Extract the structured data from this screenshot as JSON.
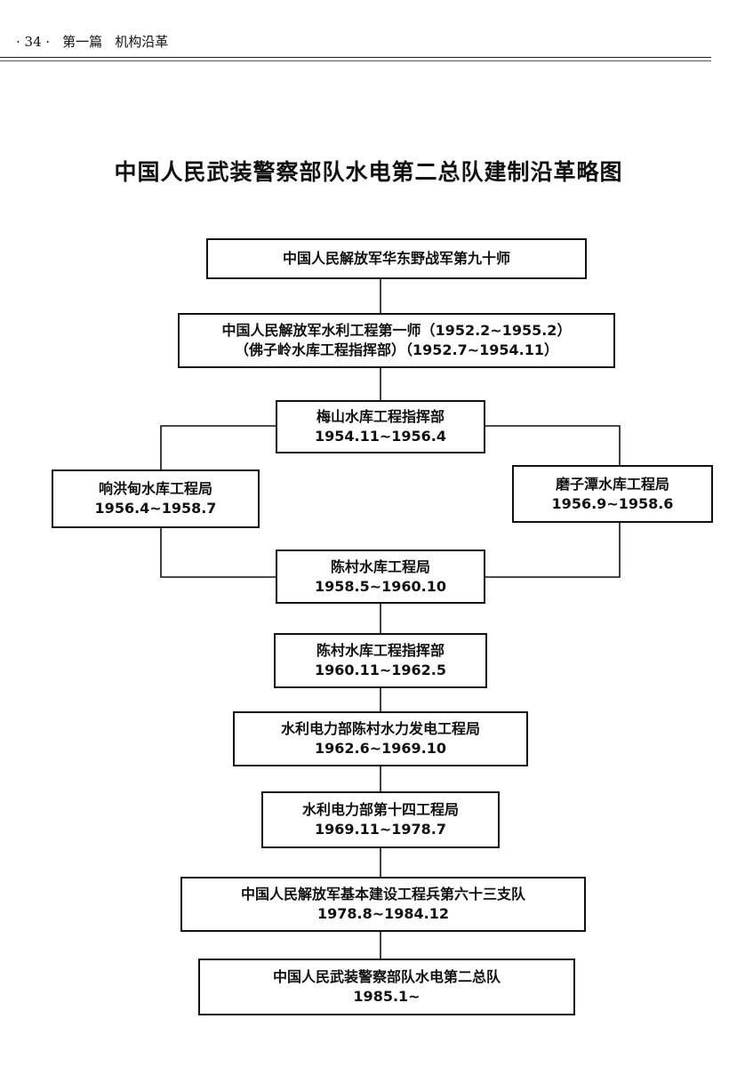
{
  "header": {
    "page_number": "· 34 ·",
    "section": "第一篇",
    "chapter": "机构沿革"
  },
  "diagram": {
    "title": "中国人民武装警察部队水电第二总队建制沿革略图",
    "nodes": [
      {
        "id": "n1",
        "lines": [
          "中国人民解放军华东野战军第九十师"
        ]
      },
      {
        "id": "n2",
        "lines": [
          "中国人民解放军水利工程第一师（1952.2~1955.2）",
          "（佛子岭水库工程指挥部）（1952.7~1954.11）"
        ]
      },
      {
        "id": "n3",
        "lines": [
          "梅山水库工程指挥部",
          "1954.11~1956.4"
        ]
      },
      {
        "id": "n4",
        "lines": [
          "响洪甸水库工程局",
          "1956.4~1958.7"
        ]
      },
      {
        "id": "n5",
        "lines": [
          "磨子潭水库工程局",
          "1956.9~1958.6"
        ]
      },
      {
        "id": "n6",
        "lines": [
          "陈村水库工程局",
          "1958.5~1960.10"
        ]
      },
      {
        "id": "n7",
        "lines": [
          "陈村水库工程指挥部",
          "1960.11~1962.5"
        ]
      },
      {
        "id": "n8",
        "lines": [
          "水利电力部陈村水力发电工程局",
          "1962.6~1969.10"
        ]
      },
      {
        "id": "n9",
        "lines": [
          "水利电力部第十四工程局",
          "1969.11~1978.7"
        ]
      },
      {
        "id": "n10",
        "lines": [
          "中国人民解放军基本建设工程兵第六十三支队",
          "1978.8~1984.12"
        ]
      },
      {
        "id": "n11",
        "lines": [
          "中国人民武装警察部队水电第二总队",
          "1985.1~"
        ]
      }
    ],
    "edges": [
      [
        "n1",
        "n2"
      ],
      [
        "n2",
        "n3"
      ],
      [
        "n3",
        "n4"
      ],
      [
        "n3",
        "n5"
      ],
      [
        "n4",
        "n6"
      ],
      [
        "n5",
        "n6"
      ],
      [
        "n6",
        "n7"
      ],
      [
        "n7",
        "n8"
      ],
      [
        "n8",
        "n9"
      ],
      [
        "n9",
        "n10"
      ],
      [
        "n10",
        "n11"
      ]
    ]
  }
}
